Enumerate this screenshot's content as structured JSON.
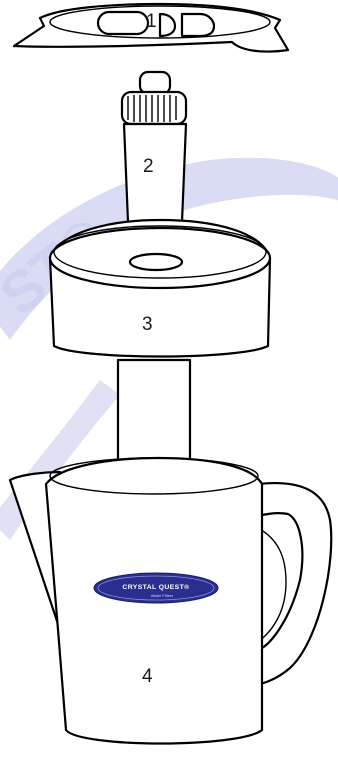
{
  "diagram": {
    "parts": [
      {
        "number": "1"
      },
      {
        "number": "2"
      },
      {
        "number": "3"
      },
      {
        "number": "4"
      }
    ],
    "logo": {
      "text": "CRYSTAL QUEST®",
      "subtext": "Water Filters",
      "color": "#2a2f8f"
    },
    "watermark": {
      "text": "ST®",
      "color": "#c7c9ee"
    }
  }
}
